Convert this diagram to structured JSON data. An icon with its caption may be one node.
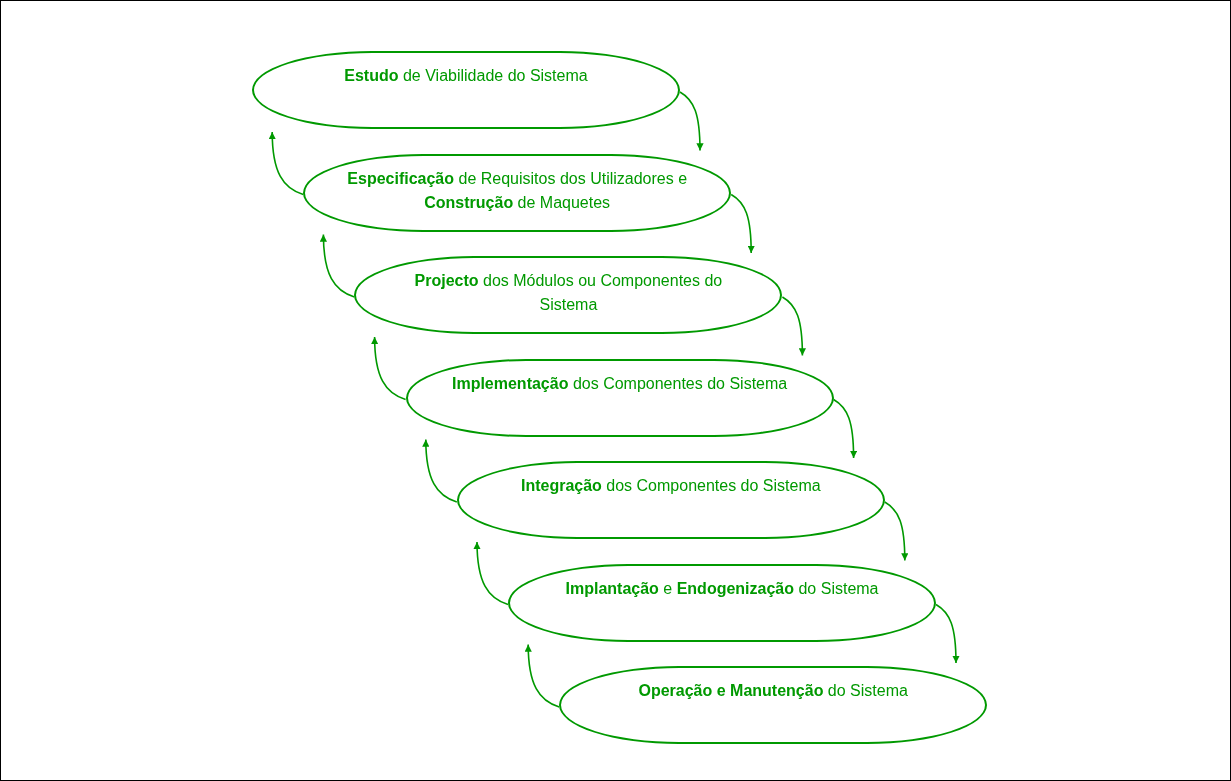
{
  "diagram": {
    "nodes": [
      {
        "text": [
          "**Estudo** de Viabilidade do Sistema"
        ]
      },
      {
        "text": [
          "**Especificação** de Requisitos dos Utilizadores e **Construção** de Maquetes"
        ]
      },
      {
        "text": [
          "**Projecto** dos Módulos ou Componentes do Sistema"
        ]
      },
      {
        "text": [
          "**Implementação** dos Componentes do Sistema"
        ]
      },
      {
        "text": [
          "**Integração** dos Componentes do Sistema"
        ]
      },
      {
        "text": [
          "**Implantação** e **Endogenização** do Sistema"
        ]
      },
      {
        "text": [
          "**Operação e Manutenção** do Sistema"
        ]
      }
    ],
    "edges": [
      {
        "from": 0,
        "to": 1,
        "arrow": "to"
      },
      {
        "from": 1,
        "to": 0,
        "arrow": "to"
      },
      {
        "from": 1,
        "to": 2,
        "arrow": "to"
      },
      {
        "from": 2,
        "to": 1,
        "arrow": "to"
      },
      {
        "from": 2,
        "to": 3,
        "arrow": "to"
      },
      {
        "from": 3,
        "to": 2,
        "arrow": "to"
      },
      {
        "from": 3,
        "to": 4,
        "arrow": "to"
      },
      {
        "from": 4,
        "to": 3,
        "arrow": "to"
      },
      {
        "from": 4,
        "to": 5,
        "arrow": "to"
      },
      {
        "from": 5,
        "to": 4,
        "arrow": "to"
      },
      {
        "from": 5,
        "to": 6,
        "arrow": "to"
      },
      {
        "from": 6,
        "to": 5,
        "arrow": "to"
      }
    ]
  }
}
